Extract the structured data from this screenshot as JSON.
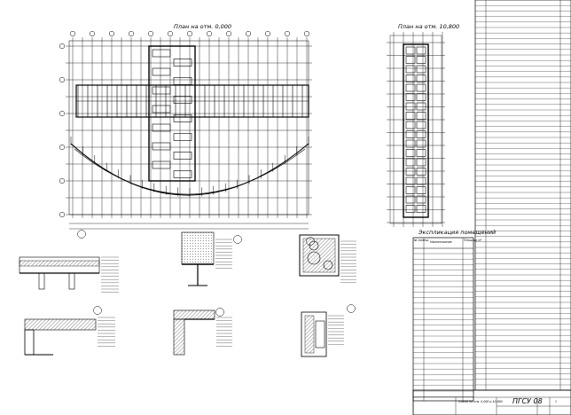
{
  "drawing": {
    "plan_left_title": "План на отм. 0,000",
    "plan_right_title": "План на отм. 10,800",
    "explication_title": "Экспликация помещений",
    "explication_headers": [
      "№ помещ.",
      "Наименование",
      "Площадь м²"
    ],
    "project_code": "ПГСУ 08",
    "sheet_caption": "Планы на отм. 0,000 и 10,800",
    "sheet_number": "1"
  }
}
